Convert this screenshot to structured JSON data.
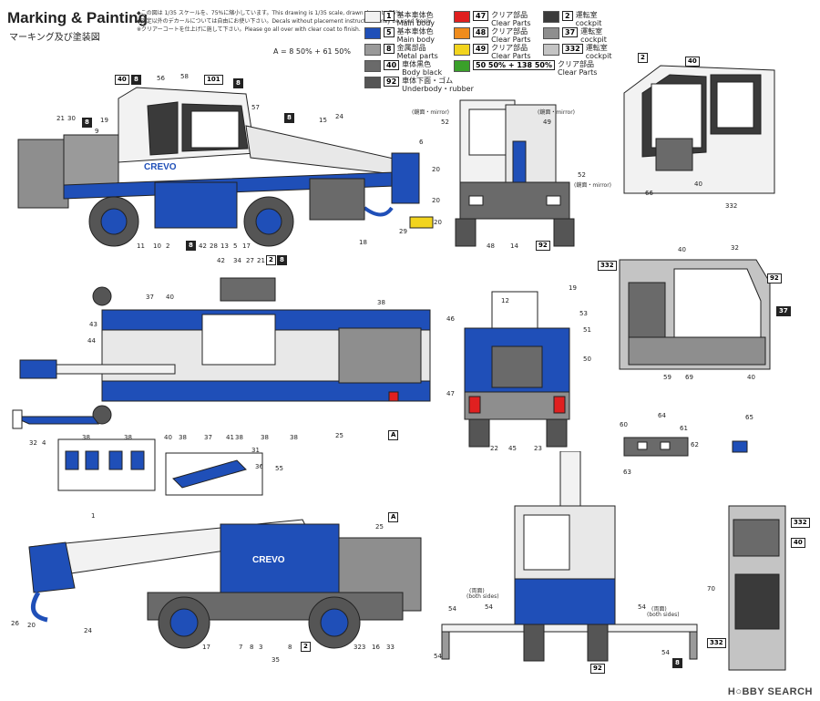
{
  "header": {
    "title": "Marking & Painting",
    "subtitle": "マーキング及び塗装図",
    "notes": [
      "◆この図は 1/35 スケールを、75%に縮小しています。This drawing is 1/35 scale, drawn down to 75%.",
      "◆指定以外のデカールについては自由にお使い下さい。Decals without placement instructions may be used freely.",
      "※クリアーコートを仕上げに施して下さい。Please go all over with clear coat to finish."
    ],
    "formula": "A = 8 50% + 61 50%"
  },
  "legend": [
    {
      "num": "1",
      "jp": "基本車体色",
      "en": "Main body",
      "color": "#f2f2f2"
    },
    {
      "num": "5",
      "jp": "基本車体色",
      "en": "Main body",
      "color": "#1f4fb8"
    },
    {
      "num": "8",
      "jp": "金属部品",
      "en": "Metal parts",
      "color": "#9a9a9a"
    },
    {
      "num": "40",
      "jp": "車体黒色",
      "en": "Body black",
      "color": "#6a6a6a"
    },
    {
      "num": "92",
      "jp": "車体下面・ゴム",
      "en": "Underbody・rubber",
      "color": "#555555"
    },
    {
      "num": "47",
      "jp": "クリア部品",
      "en": "Clear Parts",
      "color": "#e02020"
    },
    {
      "num": "48",
      "jp": "クリア部品",
      "en": "Clear Parts",
      "color": "#f08c1c"
    },
    {
      "num": "49",
      "jp": "クリア部品",
      "en": "Clear Parts",
      "color": "#f2d41e"
    },
    {
      "num": "50 50% + 138 50%",
      "jp": "クリア部品",
      "en": "Clear Parts",
      "color": "#3aa02a"
    },
    {
      "num": "2",
      "jp": "運転室",
      "en": "cockpit",
      "color": "#3a3a3a"
    },
    {
      "num": "37",
      "jp": "運転室",
      "en": "cockpit",
      "color": "#8e8e8e"
    },
    {
      "num": "332",
      "jp": "運転室",
      "en": "cockpit",
      "color": "#c4c4c4"
    }
  ],
  "mirror_labels": {
    "left": "(鏡面・mirror)",
    "right": "(鏡面・mirror)",
    "bottom": "(鏡面・mirror)"
  },
  "outrigger_labels": {
    "left_jp": "(両面)",
    "left_en": "(both sides)",
    "right_jp": "(両面)",
    "right_en": "(both sides)"
  },
  "brand": {
    "crane_logo": "CREVO"
  },
  "watermark": "H○BBY SEARCH",
  "callouts": {
    "side_top": [
      "40",
      "8",
      "56",
      "58",
      "101",
      "8",
      "57",
      "8",
      "15",
      "24",
      "21",
      "30",
      "8",
      "19",
      "9",
      "6",
      "20",
      "20",
      "29",
      "20",
      "18",
      "11",
      "10",
      "2",
      "8",
      "42",
      "28",
      "13",
      "5",
      "17"
    ],
    "top_view": [
      "42",
      "34",
      "27",
      "21",
      "2",
      "8",
      "37",
      "40",
      "38",
      "43",
      "44",
      "32",
      "4",
      "38",
      "38",
      "38",
      "36",
      "31",
      "38",
      "37",
      "41",
      "38",
      "38",
      "25",
      "40",
      "55",
      "A"
    ],
    "side_bottom": [
      "1",
      "A",
      "25",
      "26",
      "20",
      "24",
      "17",
      "7",
      "8",
      "3",
      "35",
      "8",
      "323",
      "16",
      "33",
      "2"
    ],
    "front": [
      "52",
      "49",
      "52",
      "48",
      "14",
      "92",
      "12",
      "19",
      "46",
      "53",
      "51",
      "50",
      "47",
      "22",
      "45",
      "23"
    ],
    "cab": [
      "2",
      "40",
      "66",
      "40",
      "332",
      "40",
      "32",
      "332",
      "92",
      "37",
      "59",
      "69",
      "40",
      "60",
      "64",
      "61",
      "63",
      "62",
      "65",
      "70",
      "332",
      "40",
      "332"
    ],
    "rear_out": [
      "54",
      "54",
      "54",
      "54",
      "8",
      "92",
      "54"
    ]
  }
}
